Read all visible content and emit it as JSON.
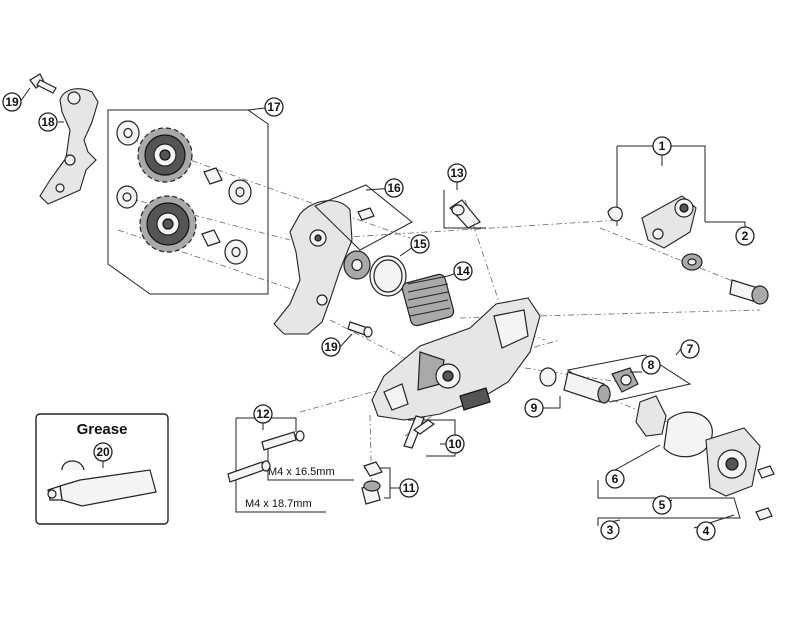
{
  "callouts": {
    "c1": "1",
    "c2": "2",
    "c3": "3",
    "c4": "4",
    "c5": "5",
    "c6": "6",
    "c7": "7",
    "c8": "8",
    "c9": "9",
    "c10": "10",
    "c11": "11",
    "c12": "12",
    "c13": "13",
    "c14": "14",
    "c15": "15",
    "c16": "16",
    "c17": "17",
    "c18": "18",
    "c19a": "19",
    "c19b": "19",
    "c20": "20"
  },
  "dimensions": {
    "bolt_short": "M4 x 16.5mm",
    "bolt_long": "M4 x 18.7mm"
  },
  "grease_box": {
    "title": "Grease"
  }
}
